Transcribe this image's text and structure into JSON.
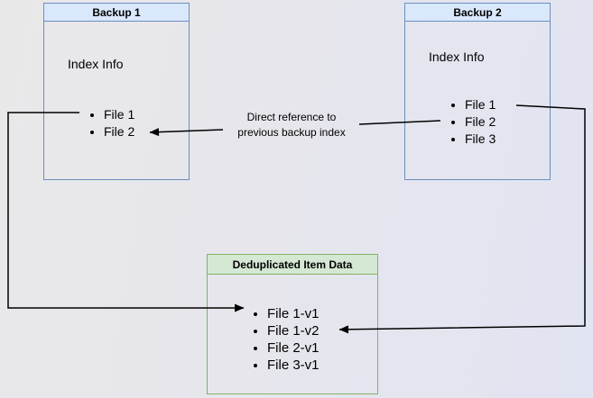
{
  "diagram": {
    "backup1": {
      "title": "Backup 1",
      "section_label": "Index Info",
      "files": [
        "File 1",
        "File 2"
      ]
    },
    "backup2": {
      "title": "Backup 2",
      "section_label": "Index Info",
      "files": [
        "File 1",
        "File 2",
        "File 3"
      ]
    },
    "dedup": {
      "title": "Deduplicated Item Data",
      "files": [
        "File 1-v1",
        "File 1-v2",
        "File 2-v1",
        "File 3-v1"
      ]
    },
    "annotation": {
      "line1": "Direct reference to",
      "line2": "previous backup index"
    },
    "colors": {
      "backup_box_border": "#6c8ebf",
      "backup_header_fill": "#dae8fc",
      "dedup_box_border": "#82b366",
      "dedup_header_fill": "#d5e8d4",
      "arrow": "#000000"
    }
  }
}
